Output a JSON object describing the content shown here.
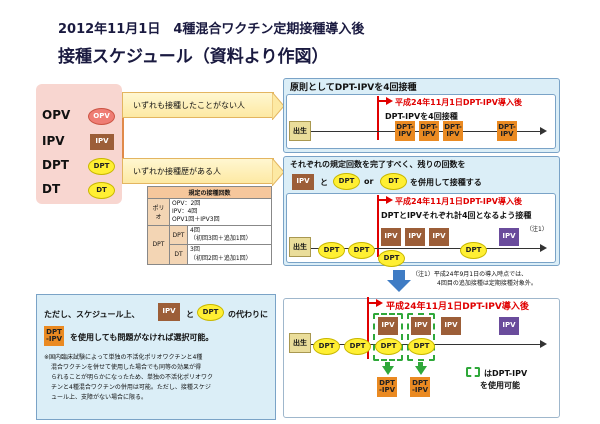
{
  "header": {
    "line1": "2012年11月1日　4種混合ワクチン定期接種導入後",
    "line2": "接種スケジュール（資料より作図）"
  },
  "vaccine_list": {
    "items": [
      {
        "label": "OPV",
        "badge": "OPV"
      },
      {
        "label": "IPV",
        "badge": "IPV"
      },
      {
        "label": "DPT",
        "badge": "DPT"
      },
      {
        "label": "DT",
        "badge": "DT"
      }
    ]
  },
  "branches": {
    "none": "いずれも接種したことがない人",
    "some": "いずれか接種歴がある人"
  },
  "panel1": {
    "title": "原則としてDPT-IPVを4回接種",
    "date_label": "平成24年11月1日DPT-IPV導入後",
    "sub": "DPT-IPVを4回接種",
    "birth": "出生",
    "boxes": [
      "DPT-IPV",
      "DPT-IPV",
      "DPT-IPV",
      "DPT-IPV"
    ]
  },
  "panel2": {
    "line": "それぞれの規定回数を完了すべく、残りの回数を",
    "ipv": "IPV",
    "and": "と",
    "dpt": "DPT",
    "or": "or",
    "dt": "DT",
    "suffix": "を併用して接種する",
    "date_label": "平成24年11月1日DPT-IPV導入後",
    "sub": "DPTとIPVそれぞれ計4回となるよう接種",
    "note_mark": "（注1）",
    "birth": "出生",
    "boxes": [
      "DPT",
      "IPV",
      "DPT",
      "IPV",
      "DPT",
      "IPV",
      "DPT",
      "IPV"
    ]
  },
  "table": {
    "title": "規定の接種回数",
    "polio": "ポリオ",
    "polio_rows": [
      "OPV：2回",
      "IPV：4回",
      "OPV1回＋IPV3回"
    ],
    "dpt_group": "DPT",
    "dpt_label": "DPT",
    "dpt_val1": "4回",
    "dpt_val2": "（初回3回＋追加1回）",
    "dt_label": "DT",
    "dt_val1": "3回",
    "dt_val2": "（初回2回＋追加1回）"
  },
  "note1": {
    "l1": "（注1）平成24年9月1日の導入時点では、",
    "l2": "4回目の追加接種は定期接種対象外。"
  },
  "bottom_left": {
    "l1a": "ただし、スケジュール上、",
    "ipv": "IPV",
    "and": "と",
    "dpt": "DPT",
    "l1b": "の代わりに",
    "combo": "DPT -IPV",
    "l2": "を使用しても問題がなければ選択可能。",
    "n1": "※国内臨床試験によって単独の不活化ポリオワクチンと4種",
    "n2": "混合ワクチンを併せて使用した場合でも同等の効果が得",
    "n3": "られることが明らかになったため、単独の不活化ポリオワク",
    "n4": "チンと4種混合ワクチンの併用は可能。ただし、接種スケジ",
    "n5": "ュール上、支障がない場合に限る。"
  },
  "panel3": {
    "date_label": "平成24年11月1日DPT-IPV導入後",
    "birth": "出生",
    "boxes": [
      "DPT",
      "IPV",
      "DPT",
      "IPV",
      "DPT",
      "IPV",
      "DPT",
      "IPV"
    ],
    "combo1": "DPT -IPV",
    "combo2": "DPT -IPV",
    "legend1": "はDPT-IPV",
    "legend2": "を使用可能"
  },
  "colors": {
    "accent_red": "#e00000",
    "ipv_brown": "#9c5e38",
    "ipv_purple": "#6a4c9c",
    "dpt_yellow": "#ffef33",
    "combo_orange": "#ea8a22",
    "dashed_green": "#2fa83a",
    "panel_blue": "#dbeef7"
  }
}
